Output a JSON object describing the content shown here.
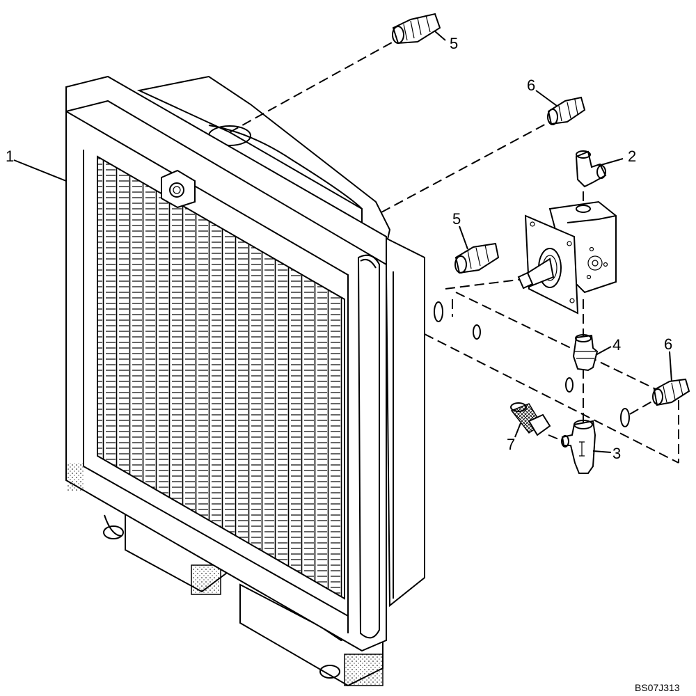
{
  "callouts": {
    "c1": "1",
    "c2": "2",
    "c3": "3",
    "c4": "4",
    "c5_top": "5",
    "c5_mid": "5",
    "c6_top": "6",
    "c6_right": "6",
    "c7": "7"
  },
  "drawing_code": "BS07J313",
  "colors": {
    "line": "#000000",
    "background": "#ffffff"
  }
}
